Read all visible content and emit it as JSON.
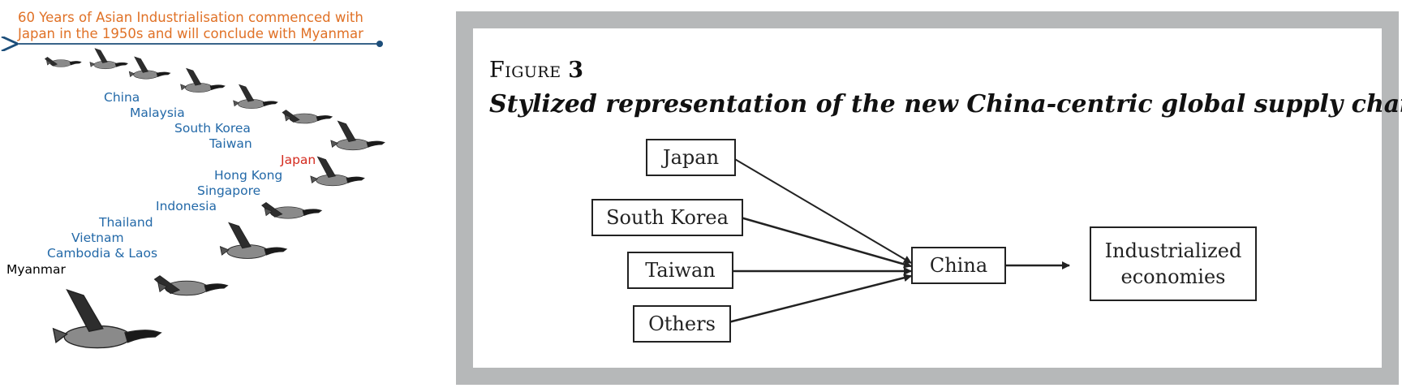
{
  "left_panel": {
    "caption_line1": "60 Years of Asian Industrialisation commenced with",
    "caption_line2": "Japan in the 1950s and will conclude with Myanmar",
    "countries": [
      {
        "label": "China",
        "color": "#2369a8"
      },
      {
        "label": "Malaysia",
        "color": "#2369a8"
      },
      {
        "label": "South Korea",
        "color": "#2369a8"
      },
      {
        "label": "Taiwan",
        "color": "#2369a8"
      },
      {
        "label": "Japan",
        "color": "#d42a1e"
      },
      {
        "label": "Hong Kong",
        "color": "#2369a8"
      },
      {
        "label": "Singapore",
        "color": "#2369a8"
      },
      {
        "label": "Indonesia",
        "color": "#2369a8"
      },
      {
        "label": "Thailand",
        "color": "#2369a8"
      },
      {
        "label": "Vietnam",
        "color": "#2369a8"
      },
      {
        "label": "Cambodia & Laos",
        "color": "#2369a8"
      },
      {
        "label": "Myanmar",
        "color": "#000000"
      }
    ],
    "caption_color": "#e07126",
    "arrow_color": "#1d4e7a"
  },
  "figure": {
    "label_word": "Figure",
    "label_number": "3",
    "subtitle": "Stylized representation of the new China-centric global supply chain",
    "frame_color": "#b6b8b9"
  },
  "diagram": {
    "nodes": {
      "japan": "Japan",
      "south_korea": "South Korea",
      "taiwan": "Taiwan",
      "others": "Others",
      "china": "China",
      "industrialized_line1": "Industrialized",
      "industrialized_line2": "economies"
    },
    "edges": [
      {
        "from": "japan",
        "to": "china"
      },
      {
        "from": "south_korea",
        "to": "china"
      },
      {
        "from": "taiwan",
        "to": "china"
      },
      {
        "from": "others",
        "to": "china"
      },
      {
        "from": "china",
        "to": "industrialized"
      }
    ]
  }
}
